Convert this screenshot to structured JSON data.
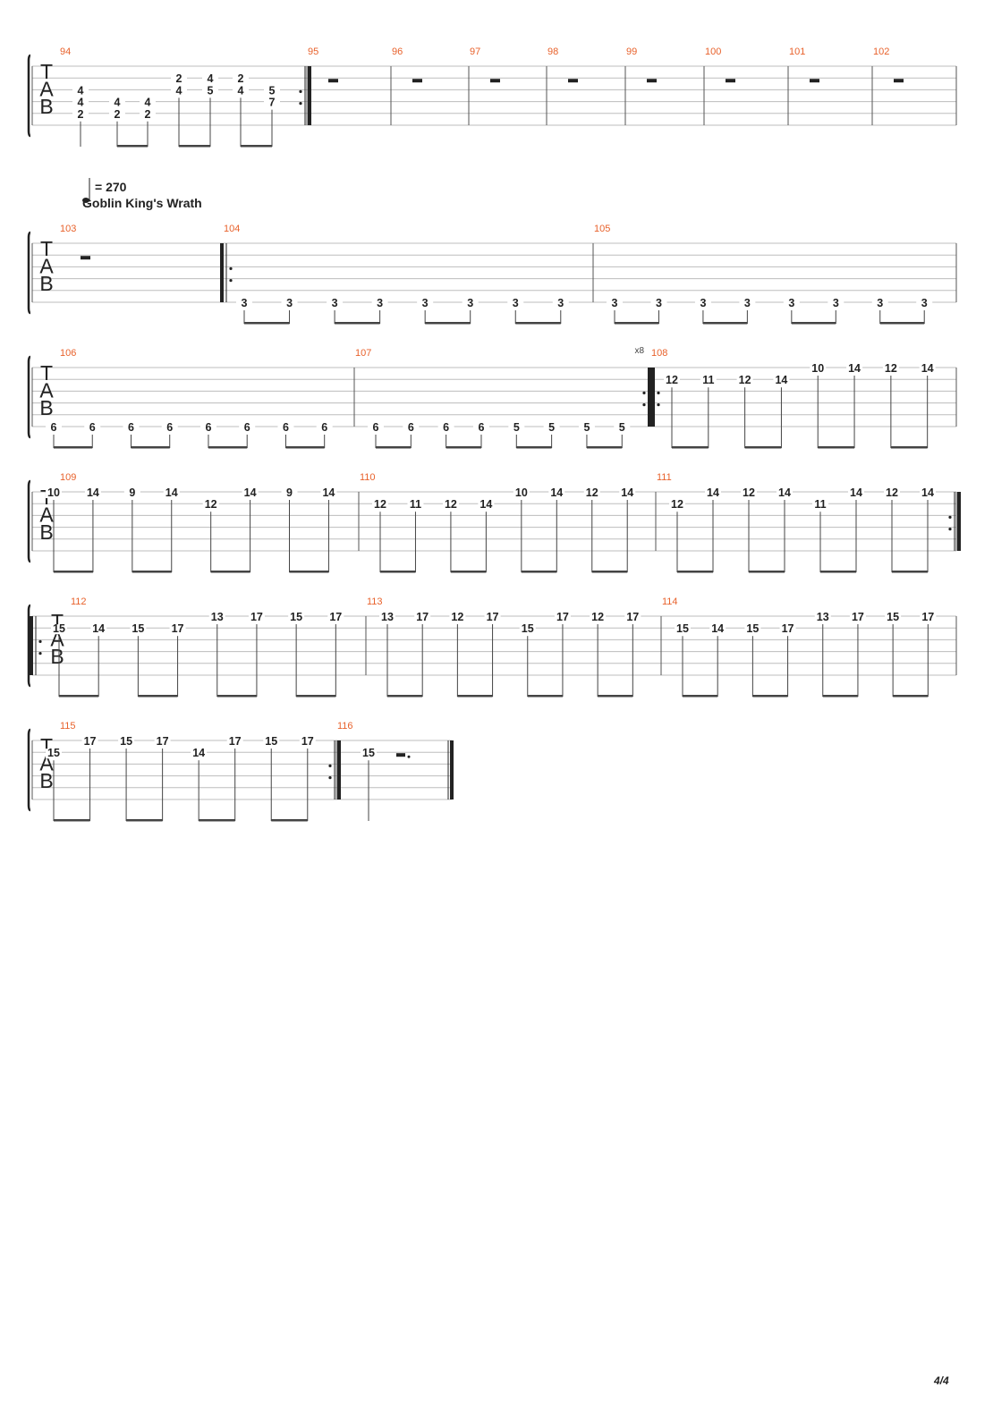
{
  "tempo": {
    "symbol": "♩",
    "text": "= 270"
  },
  "section_marker": "Goblin King's Wrath",
  "tab_clef": [
    "T",
    "A",
    "B"
  ],
  "page_number": "4/4",
  "systems": [
    {
      "measures": [
        {
          "number": "94",
          "end_bar": "repeat-end",
          "notes": [
            {
              "frets": [
                {
                  "s": 3,
                  "f": "4"
                },
                {
                  "s": 4,
                  "f": "4"
                },
                {
                  "s": 5,
                  "f": "2"
                }
              ],
              "stem": "single"
            },
            {
              "frets": [
                {
                  "s": 4,
                  "f": "4"
                },
                {
                  "s": 5,
                  "f": "2"
                }
              ],
              "beam": "start"
            },
            {
              "frets": [
                {
                  "s": 4,
                  "f": "4"
                },
                {
                  "s": 5,
                  "f": "2"
                }
              ],
              "beam": "end"
            },
            {
              "frets": [
                {
                  "s": 2,
                  "f": "2"
                },
                {
                  "s": 3,
                  "f": "4"
                }
              ],
              "beam": "start"
            },
            {
              "frets": [
                {
                  "s": 2,
                  "f": "4"
                },
                {
                  "s": 3,
                  "f": "5"
                }
              ],
              "beam": "end"
            },
            {
              "frets": [
                {
                  "s": 2,
                  "f": "2"
                },
                {
                  "s": 3,
                  "f": "4"
                }
              ],
              "beam": "start"
            },
            {
              "frets": [
                {
                  "s": 3,
                  "f": "5"
                },
                {
                  "s": 4,
                  "f": "7"
                }
              ],
              "beam": "end"
            }
          ]
        },
        {
          "number": "95",
          "rest": "half"
        },
        {
          "number": "96",
          "rest": "half"
        },
        {
          "number": "97",
          "rest": "half"
        },
        {
          "number": "98",
          "rest": "half"
        },
        {
          "number": "99",
          "rest": "half"
        },
        {
          "number": "100",
          "rest": "half"
        },
        {
          "number": "101",
          "rest": "half"
        },
        {
          "number": "102",
          "rest": "half"
        }
      ]
    },
    {
      "measures": [
        {
          "number": "103",
          "rest": "half"
        },
        {
          "number": "104",
          "start_bar": "repeat-start",
          "string": 6,
          "frets": [
            "3",
            "3",
            "3",
            "3",
            "3",
            "3",
            "3",
            "3"
          ]
        },
        {
          "number": "105",
          "string": 6,
          "frets": [
            "3",
            "3",
            "3",
            "3",
            "3",
            "3",
            "3",
            "3"
          ]
        }
      ]
    },
    {
      "measures": [
        {
          "number": "106",
          "string": 6,
          "frets": [
            "6",
            "6",
            "6",
            "6",
            "6",
            "6",
            "6",
            "6"
          ]
        },
        {
          "number": "107",
          "string": 6,
          "end_bar": "repeat-end",
          "repeat_count": "x8",
          "frets": [
            "6",
            "6",
            "6",
            "6",
            "5",
            "5",
            "5",
            "5"
          ]
        },
        {
          "number": "108",
          "start_bar": "repeat-start",
          "notes": [
            {
              "s": 2,
              "f": "12"
            },
            {
              "s": 2,
              "f": "11"
            },
            {
              "s": 2,
              "f": "12"
            },
            {
              "s": 2,
              "f": "14"
            },
            {
              "s": 1,
              "f": "10"
            },
            {
              "s": 1,
              "f": "14"
            },
            {
              "s": 1,
              "f": "12"
            },
            {
              "s": 1,
              "f": "14"
            }
          ]
        }
      ]
    },
    {
      "measures": [
        {
          "number": "109",
          "notes": [
            {
              "s": 1,
              "f": "10"
            },
            {
              "s": 1,
              "f": "14"
            },
            {
              "s": 1,
              "f": "9"
            },
            {
              "s": 1,
              "f": "14"
            },
            {
              "s": 2,
              "f": "12"
            },
            {
              "s": 1,
              "f": "14"
            },
            {
              "s": 1,
              "f": "9"
            },
            {
              "s": 1,
              "f": "14"
            }
          ]
        },
        {
          "number": "110",
          "notes": [
            {
              "s": 2,
              "f": "12"
            },
            {
              "s": 2,
              "f": "11"
            },
            {
              "s": 2,
              "f": "12"
            },
            {
              "s": 2,
              "f": "14"
            },
            {
              "s": 1,
              "f": "10"
            },
            {
              "s": 1,
              "f": "14"
            },
            {
              "s": 1,
              "f": "12"
            },
            {
              "s": 1,
              "f": "14"
            }
          ]
        },
        {
          "number": "111",
          "end_bar": "repeat-end",
          "notes": [
            {
              "s": 2,
              "f": "12"
            },
            {
              "s": 1,
              "f": "14"
            },
            {
              "s": 1,
              "f": "12"
            },
            {
              "s": 1,
              "f": "14"
            },
            {
              "s": 2,
              "f": "11"
            },
            {
              "s": 1,
              "f": "14"
            },
            {
              "s": 1,
              "f": "12"
            },
            {
              "s": 1,
              "f": "14"
            }
          ]
        }
      ]
    },
    {
      "measures": [
        {
          "number": "112",
          "start_bar": "repeat-start",
          "notes": [
            {
              "s": 2,
              "f": "15"
            },
            {
              "s": 2,
              "f": "14"
            },
            {
              "s": 2,
              "f": "15"
            },
            {
              "s": 2,
              "f": "17"
            },
            {
              "s": 1,
              "f": "13"
            },
            {
              "s": 1,
              "f": "17"
            },
            {
              "s": 1,
              "f": "15"
            },
            {
              "s": 1,
              "f": "17"
            }
          ]
        },
        {
          "number": "113",
          "notes": [
            {
              "s": 1,
              "f": "13"
            },
            {
              "s": 1,
              "f": "17"
            },
            {
              "s": 1,
              "f": "12"
            },
            {
              "s": 1,
              "f": "17"
            },
            {
              "s": 2,
              "f": "15"
            },
            {
              "s": 1,
              "f": "17"
            },
            {
              "s": 1,
              "f": "12"
            },
            {
              "s": 1,
              "f": "17"
            }
          ]
        },
        {
          "number": "114",
          "notes": [
            {
              "s": 2,
              "f": "15"
            },
            {
              "s": 2,
              "f": "14"
            },
            {
              "s": 2,
              "f": "15"
            },
            {
              "s": 2,
              "f": "17"
            },
            {
              "s": 1,
              "f": "13"
            },
            {
              "s": 1,
              "f": "17"
            },
            {
              "s": 1,
              "f": "15"
            },
            {
              "s": 1,
              "f": "17"
            }
          ]
        }
      ]
    },
    {
      "measures": [
        {
          "number": "115",
          "end_bar": "repeat-end",
          "notes": [
            {
              "s": 2,
              "f": "15"
            },
            {
              "s": 1,
              "f": "17"
            },
            {
              "s": 1,
              "f": "15"
            },
            {
              "s": 1,
              "f": "17"
            },
            {
              "s": 2,
              "f": "14"
            },
            {
              "s": 1,
              "f": "17"
            },
            {
              "s": 1,
              "f": "15"
            },
            {
              "s": 1,
              "f": "17"
            }
          ]
        },
        {
          "number": "116",
          "end_bar": "final",
          "single_note": {
            "s": 2,
            "f": "15"
          },
          "rest": "dotted-half"
        }
      ]
    }
  ],
  "colors": {
    "measure_number": "#e8622c",
    "staff_line": "#bdbdbd",
    "ink": "#222222",
    "barline": "#555555"
  }
}
